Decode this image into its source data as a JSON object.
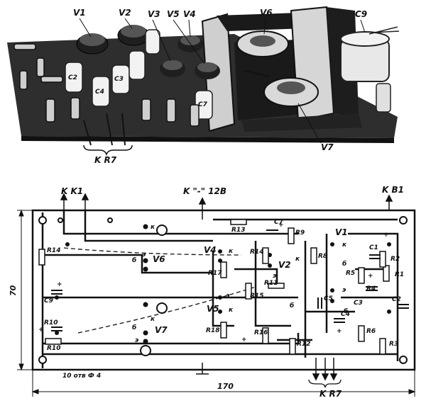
{
  "photo": {
    "labels": {
      "v1": "V1",
      "v2": "V2",
      "v3": "V3",
      "v5": "V5",
      "v4": "V4",
      "v6": "V6",
      "c9": "C9",
      "v7": "V7",
      "k_r7": "K R7"
    },
    "capacitor_marks": {
      "c2": "C2",
      "c3": "C3",
      "c4": "C4",
      "c7": "C7"
    }
  },
  "board": {
    "terminals": {
      "k_k1": "K K1",
      "k_12v": "K \"-\" 12B",
      "k_b1": "K B1",
      "k_r7": "K R7"
    },
    "transistors": {
      "v1": "V1",
      "v2": "V2",
      "v4": "V4",
      "v5": "V5",
      "v6": "V6",
      "v7": "V7"
    },
    "pins": {
      "k": "к",
      "b": "б",
      "e": "э"
    },
    "resistors": {
      "r1": "R1",
      "r2": "R2",
      "r3": "R3",
      "r4": "R4",
      "r5": "R5",
      "r6": "R6",
      "r8": "R8",
      "r9": "R9",
      "r10": "R10",
      "r11": "R11",
      "r12": "R12",
      "r13": "R13",
      "r14": "R14",
      "r15": "R15",
      "r16": "R16",
      "r17": "R17",
      "r18": "R18"
    },
    "capacitors": {
      "c1": "C1",
      "c2": "C2",
      "c3": "C3",
      "c4": "C4",
      "c5": "C5",
      "c7": "C7",
      "c9": "C9"
    },
    "dimensions": {
      "height": "70",
      "width": "170"
    },
    "holes_note": "10 отв Ф 4",
    "plus": "+"
  }
}
